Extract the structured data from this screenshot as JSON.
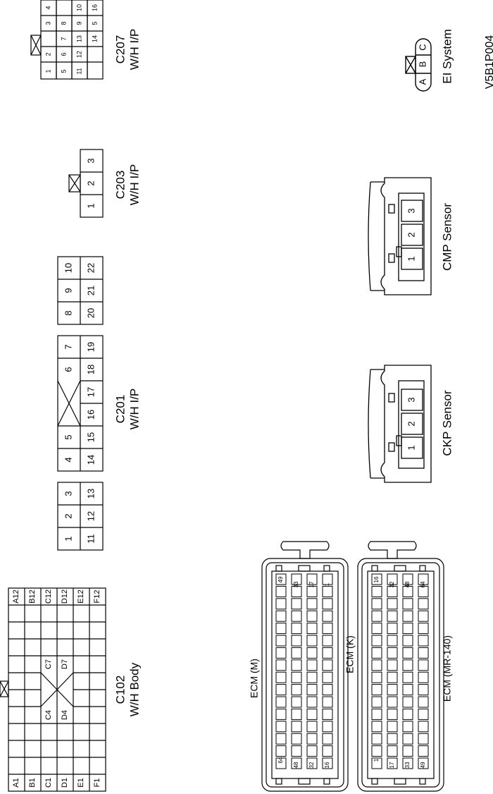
{
  "figure_id": "V5B1P004",
  "connectors": {
    "c207": {
      "name": "C207",
      "harness": "W/H I/P",
      "pins": [
        "1",
        "2",
        "3",
        "4",
        "5",
        "6",
        "7",
        "8",
        "9",
        "10",
        "11",
        "12",
        "13",
        "14",
        "5",
        "16"
      ]
    },
    "c203": {
      "name": "C203",
      "harness": "W/H I/P",
      "pins": [
        "1",
        "2",
        "3"
      ]
    },
    "c201": {
      "name": "C201",
      "harness": "W/H I/P",
      "pins": [
        "1",
        "2",
        "3",
        "4",
        "5",
        "6",
        "7",
        "8",
        "9",
        "10",
        "11",
        "12",
        "13",
        "14",
        "15",
        "16",
        "17",
        "18",
        "19",
        "20",
        "21",
        "22"
      ]
    },
    "c102": {
      "name": "C102",
      "harness": "W/H Body",
      "labels": [
        "A1",
        "B1",
        "C1",
        "D1",
        "E1",
        "F1",
        "A12",
        "B12",
        "C12",
        "D12",
        "E12",
        "F12",
        "C4",
        "D4",
        "C7",
        "D7"
      ]
    },
    "ei": {
      "name": "EI System",
      "pins": [
        "A",
        "B",
        "C"
      ]
    },
    "cmp": {
      "name": "CMP Sensor",
      "pins": [
        "1",
        "2",
        "3"
      ]
    },
    "ckp": {
      "name": "CKP Sensor",
      "pins": [
        "1",
        "2",
        "3"
      ]
    },
    "ecm_m": {
      "name": "ECM (M)",
      "pins": [
        "64",
        "48",
        "32",
        "16",
        "49",
        "33",
        "17",
        "1"
      ]
    },
    "ecm_k": {
      "name": "ECM (K)",
      "pins": [
        "1",
        "17",
        "33",
        "49",
        "16",
        "32",
        "48",
        "64"
      ]
    },
    "ecm_caption": "ECM (MR-140)"
  }
}
